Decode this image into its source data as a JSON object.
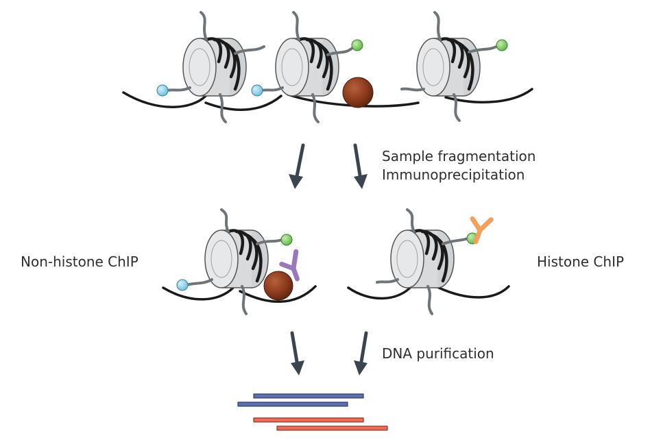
{
  "steps": {
    "fragmentation": "Sample fragmentation",
    "immunoprecipitation": "Immunoprecipitation",
    "purification": "DNA purification"
  },
  "labels": {
    "non_histone_chip": "Non-histone ChIP",
    "histone_chip": "Histone ChIP"
  },
  "colors": {
    "dna": "#1a1a1a",
    "histone_fill": "#d6d8da",
    "histone_stroke": "#555555",
    "tail": "#6f7478",
    "mark_blue": "#8fd0ea",
    "mark_green": "#86cf6c",
    "protein_brown": "#8a3a1c",
    "antibody_purple": "#9a78c0",
    "antibody_orange": "#f2a05e",
    "arrow": "#3b4550",
    "fragment_blue": "#5b6fb1",
    "fragment_red": "#ef6b55"
  }
}
